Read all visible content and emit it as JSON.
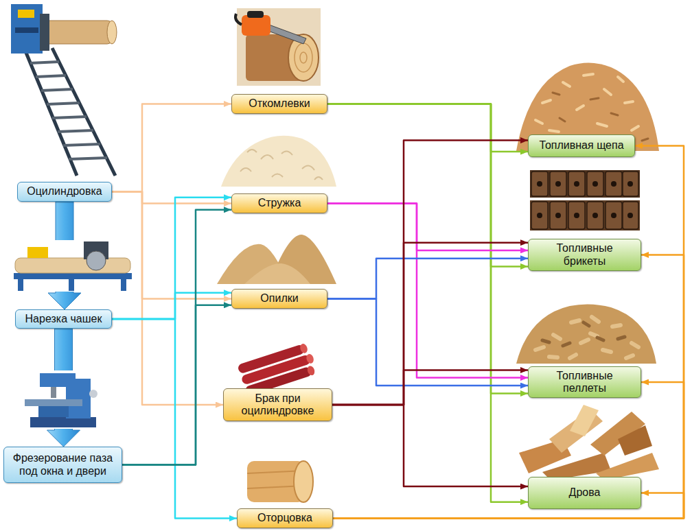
{
  "diagram": {
    "nodes": [
      {
        "text": [
          "Оцилиндровка"
        ]
      },
      {
        "text": [
          "Нарезка чашек"
        ]
      },
      {
        "text": [
          "Фрезерование паза под окна и двери"
        ]
      },
      {
        "text": [
          "Откомлевки"
        ]
      },
      {
        "text": [
          "Стружка"
        ]
      },
      {
        "text": [
          "Опилки"
        ]
      },
      {
        "text": [
          "Брак при оцилиндровке"
        ]
      },
      {
        "text": [
          "Оторцовка"
        ]
      },
      {
        "text": [
          "Топливная щепа"
        ]
      },
      {
        "text": [
          "Топливные брикеты"
        ]
      },
      {
        "text": [
          "Топливные пеллеты"
        ]
      },
      {
        "text": [
          "Дрова"
        ]
      }
    ],
    "edges": [
      {
        "from": 0,
        "to": 3,
        "arrow": "to"
      },
      {
        "from": 0,
        "to": 4,
        "arrow": "to"
      },
      {
        "from": 0,
        "to": 5,
        "arrow": "to"
      },
      {
        "from": 0,
        "to": 6,
        "arrow": "to"
      },
      {
        "from": 0,
        "to": 1,
        "arrow": "to"
      },
      {
        "from": 1,
        "to": 2,
        "arrow": "to"
      },
      {
        "from": 1,
        "to": 4,
        "arrow": "to"
      },
      {
        "from": 1,
        "to": 5,
        "arrow": "to"
      },
      {
        "from": 1,
        "to": 7,
        "arrow": "to"
      },
      {
        "from": 2,
        "to": 4,
        "arrow": "to"
      },
      {
        "from": 2,
        "to": 5,
        "arrow": "to"
      },
      {
        "from": 3,
        "to": 8,
        "arrow": "to"
      },
      {
        "from": 3,
        "to": 9,
        "arrow": "to"
      },
      {
        "from": 3,
        "to": 10,
        "arrow": "to"
      },
      {
        "from": 3,
        "to": 11,
        "arrow": "to"
      },
      {
        "from": 4,
        "to": 9,
        "arrow": "to"
      },
      {
        "from": 4,
        "to": 10,
        "arrow": "to"
      },
      {
        "from": 5,
        "to": 9,
        "arrow": "to"
      },
      {
        "from": 5,
        "to": 10,
        "arrow": "to"
      },
      {
        "from": 6,
        "to": 8,
        "arrow": "to"
      },
      {
        "from": 6,
        "to": 9,
        "arrow": "to"
      },
      {
        "from": 6,
        "to": 10,
        "arrow": "to"
      },
      {
        "from": 6,
        "to": 11,
        "arrow": "to"
      },
      {
        "from": 7,
        "to": 8,
        "arrow": "to"
      },
      {
        "from": 7,
        "to": 9,
        "arrow": "to"
      },
      {
        "from": 7,
        "to": 10,
        "arrow": "to"
      },
      {
        "from": 7,
        "to": 11,
        "arrow": "to"
      }
    ]
  }
}
